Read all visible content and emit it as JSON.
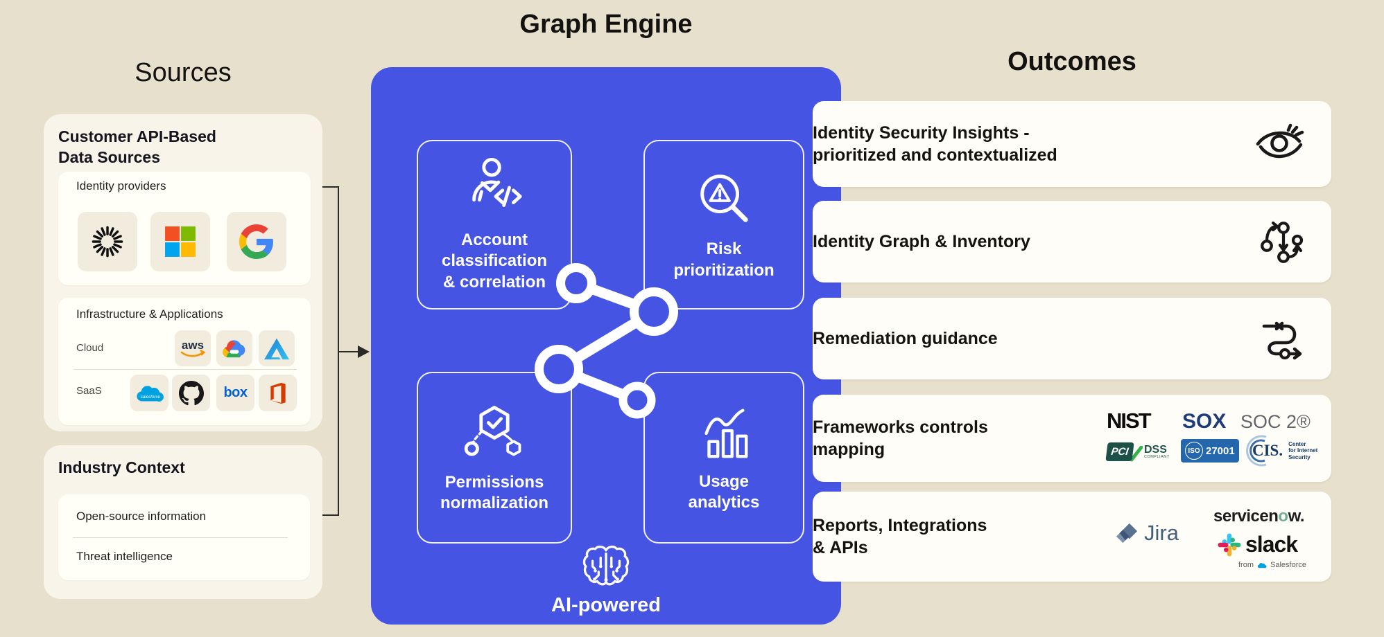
{
  "titles": {
    "sources": "Sources",
    "graph_engine": "Graph Engine",
    "outcomes": "Outcomes"
  },
  "colors": {
    "page_bg": "#e7e0cc",
    "panel_beige": "#f8f4e9",
    "card_white": "#fffef7",
    "tile_beige": "#f2ecdf",
    "engine_blue": "#4654e4",
    "ink": "#16141d",
    "connector": "#2a2a28"
  },
  "sources": {
    "customer_card": {
      "title": "Customer API-Based\nData Sources",
      "identity_providers": {
        "label": "Identity providers",
        "logos": [
          "okta",
          "microsoft",
          "google"
        ]
      },
      "infrastructure": {
        "label": "Infrastructure & Applications",
        "rows": [
          {
            "label": "Cloud",
            "logos": [
              "aws",
              "google-cloud",
              "azure"
            ]
          },
          {
            "label": "SaaS",
            "logos": [
              "salesforce",
              "github",
              "box",
              "microsoft-office"
            ]
          }
        ]
      }
    },
    "industry_card": {
      "title": "Industry Context",
      "items": [
        "Open-source information",
        "Threat intelligence"
      ]
    }
  },
  "engine": {
    "tiles": [
      {
        "icon": "user-code-icon",
        "label": "Account\nclassification\n& correlation"
      },
      {
        "icon": "risk-magnifier-icon",
        "label": "Risk\nprioritization"
      },
      {
        "icon": "hexagon-check-icon",
        "label": "Permissions\nnormalization"
      },
      {
        "icon": "bar-chart-icon",
        "label": "Usage\nanalytics"
      }
    ],
    "center_icon": "network-graph-icon",
    "footer": {
      "icon": "brain-icon",
      "label": "AI-powered"
    }
  },
  "outcomes": {
    "cards": [
      {
        "icon": "eye-icon",
        "title": "Identity Security Insights -\nprioritized and contextualized"
      },
      {
        "icon": "identity-graph-icon",
        "title": "Identity Graph & Inventory"
      },
      {
        "icon": "route-icon",
        "title": "Remediation guidance"
      },
      {
        "icon": "framework-logos",
        "title": "Frameworks controls\nmapping"
      },
      {
        "icon": "integration-logos",
        "title": "Reports, Integrations\n& APIs"
      }
    ]
  },
  "logo_text": {
    "aws": "aws",
    "box": "box",
    "salesforce_inline": "salesforce",
    "nist": "NIST",
    "sox": "SOX",
    "soc2": "SOC 2®",
    "pci": "PCI",
    "dss": "DSS",
    "pci_sub": "COMPLIANT",
    "iso": "ISO",
    "iso_num": "27001",
    "cis": "CIS.",
    "cis_caption": "Center\nfor Internet\nSecurity",
    "jira": "Jira",
    "servicenow_a": "servicen",
    "servicenow_o": "o",
    "servicenow_b": "w.",
    "slack": "slack",
    "slack_from": "from",
    "slack_brand": "Salesforce"
  }
}
